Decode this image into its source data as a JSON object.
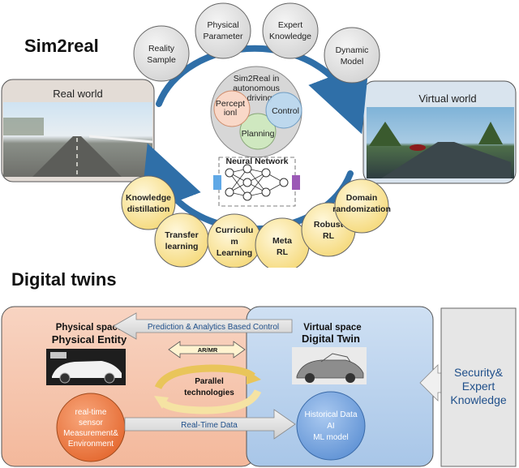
{
  "sim2real": {
    "heading": "Sim2real",
    "real_world": "Real world",
    "virtual_world": "Virtual world",
    "center": {
      "title_lines": [
        "Sim2Real in",
        "autonomous",
        "driving"
      ],
      "perception_lines": [
        "Percept",
        "ionl"
      ],
      "control": "Control",
      "planning": "Planning",
      "network": "Neural Network"
    },
    "top_circles": [
      {
        "lines": [
          "Reality",
          "Sample"
        ]
      },
      {
        "lines": [
          "Physical",
          "Parameter"
        ]
      },
      {
        "lines": [
          "Expert",
          "Knowledge"
        ]
      },
      {
        "lines": [
          "Dynamic",
          "Model"
        ]
      }
    ],
    "bottom_circles": [
      {
        "lines": [
          "Knowledge",
          "distillation"
        ]
      },
      {
        "lines": [
          "Transfer",
          "learning"
        ]
      },
      {
        "lines": [
          "Curriculu",
          "m",
          "Learning"
        ]
      },
      {
        "lines": [
          "Meta",
          "RL"
        ]
      },
      {
        "lines": [
          "Robust",
          "RL"
        ]
      },
      {
        "lines": [
          "Domain",
          "randomization"
        ]
      }
    ]
  },
  "digital_twins": {
    "heading": "Digital twins",
    "physical_space": "Physical space",
    "physical_entity": "Physical Entity",
    "virtual_space": "Virtual space",
    "digital_twin": "Digital Twin",
    "control_arrow": "Prediction & Analytics Based Control",
    "data_arrow": "Real-Time Data",
    "ar_mr": "AR/MR",
    "parallel_lines": [
      "Parallel",
      "technologies"
    ],
    "sensor_lines": [
      "real-time",
      "sensor",
      "Measurement&",
      "Environment"
    ],
    "model_lines": [
      "Historical Data",
      "AI",
      "ML model"
    ],
    "security_lines": [
      "Security&",
      "Expert",
      "Knowledge"
    ]
  }
}
